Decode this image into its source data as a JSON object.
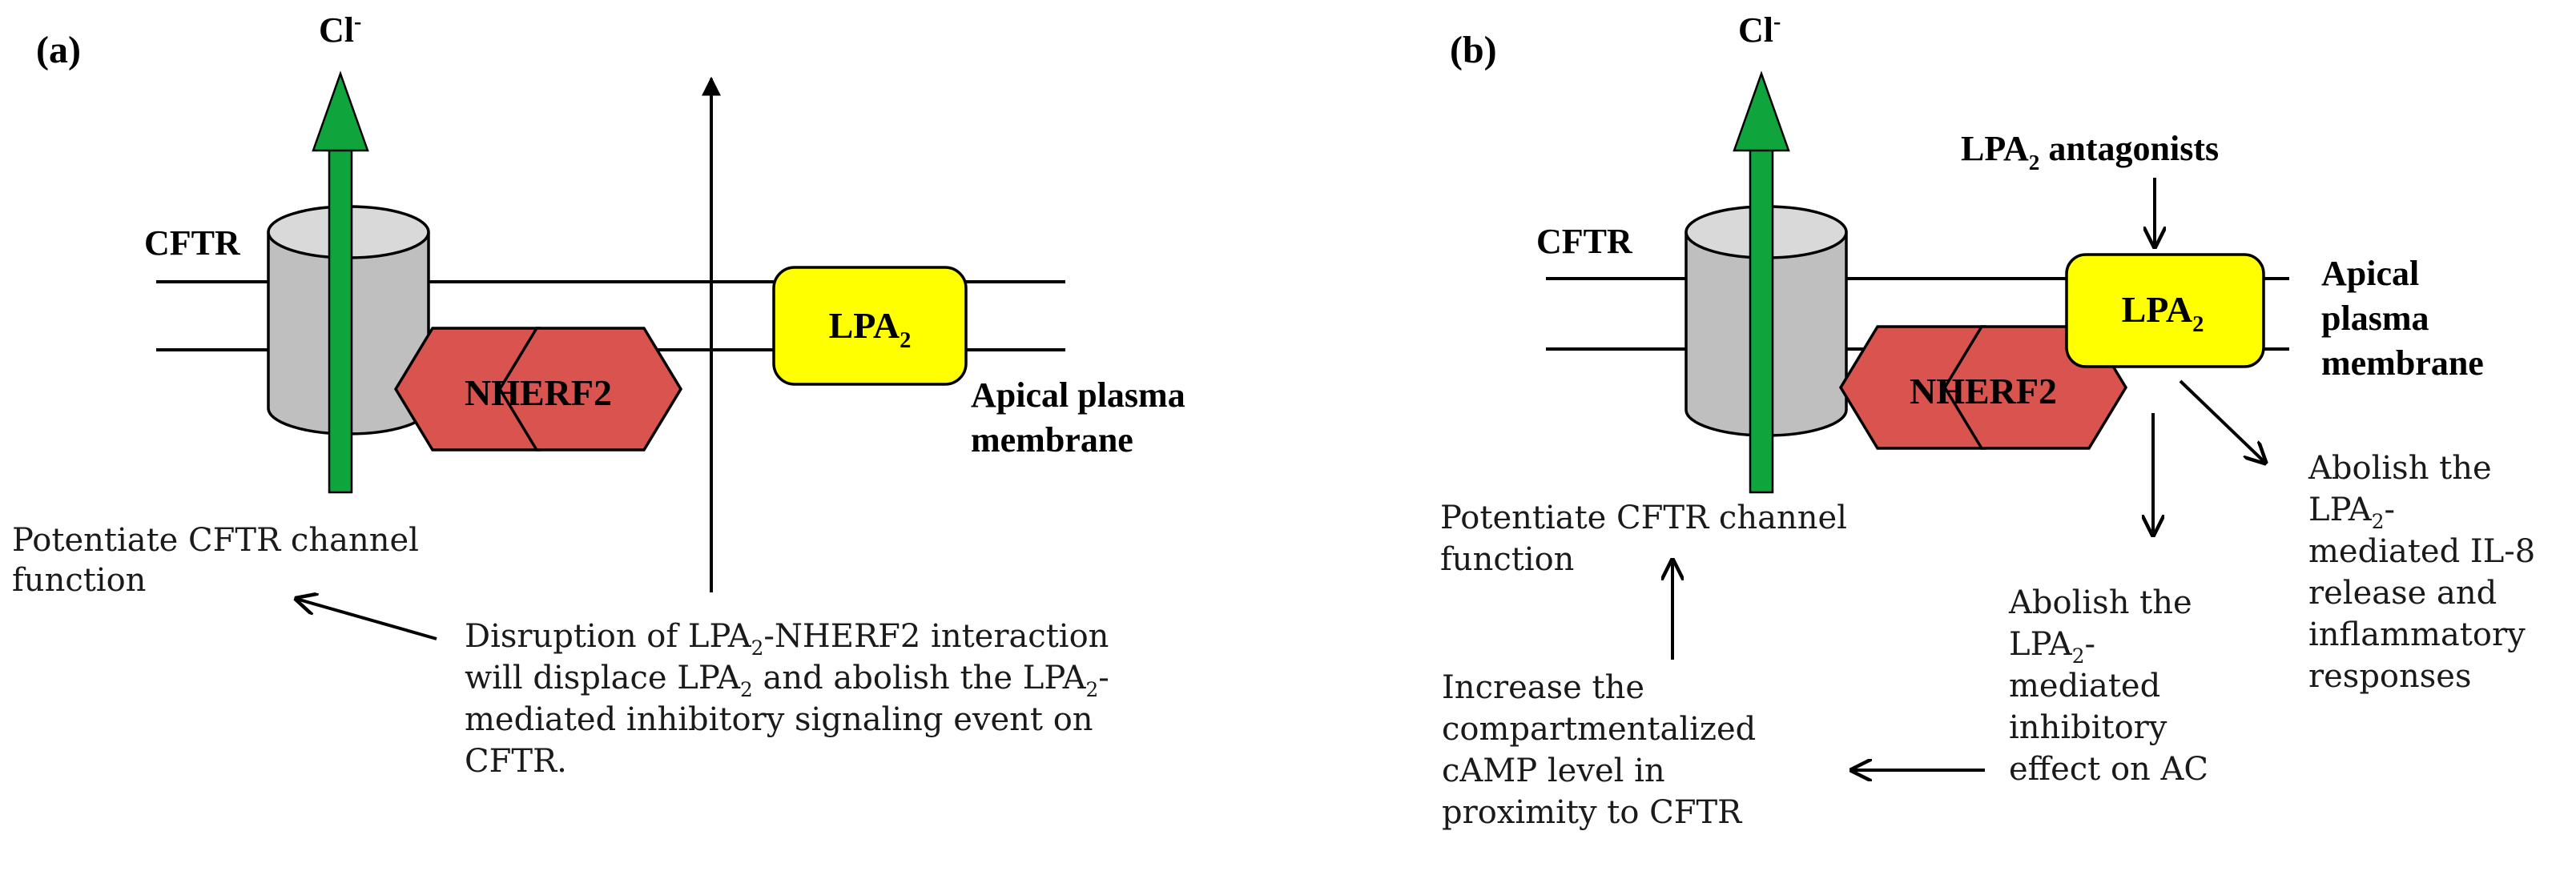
{
  "panels": {
    "a": {
      "label": "(a)",
      "ion": "Cl",
      "ion_charge": "-",
      "cftr_label": "CFTR",
      "nherf2_label": "NHERF2",
      "lpa2_label": {
        "main": "LPA",
        "sub": "2"
      },
      "membrane_label": [
        "Apical plasma",
        "membrane"
      ],
      "potentiate_text": [
        "Potentiate  CFTR channel",
        "function"
      ],
      "disruption_text": {
        "line1": {
          "p1": "Disruption of LPA",
          "sub": "2",
          "p2": "-NHERF2 interaction"
        },
        "line2": {
          "p1": "will displace LPA",
          "sub": "2",
          "p2": " and abolish the LPA",
          "sub2": "2",
          "p3": "-"
        },
        "line3": "mediated  inhibitory signaling event on",
        "line4": "CFTR."
      }
    },
    "b": {
      "label": "(b)",
      "ion": "Cl",
      "ion_charge": "-",
      "cftr_label": "CFTR",
      "nherf2_label": "NHERF2",
      "lpa2_label": {
        "main": "LPA",
        "sub": "2"
      },
      "antagonists_label": {
        "main": "LPA",
        "sub": "2",
        "rest": " antagonists"
      },
      "membrane_label": [
        "Apical",
        "plasma",
        "membrane"
      ],
      "potentiate_text": [
        "Potentiate CFTR channel",
        "function"
      ],
      "increase_text": [
        "Increase the",
        "compartmentalized",
        "cAMP level in",
        "proximity to CFTR"
      ],
      "abolish_ac_text": {
        "line1": "Abolish the",
        "line2": {
          "main": "LPA",
          "sub": "2",
          "rest": "-"
        },
        "line3": "mediated",
        "line4": "inhibitory",
        "line5": "effect on AC"
      },
      "abolish_il8_text": {
        "line1": "Abolish the",
        "line2": {
          "main": "LPA",
          "sub": "2",
          "rest": "-"
        },
        "line3": "mediated IL-8",
        "line4": "release and",
        "line5": "inflammatory",
        "line6": "responses"
      }
    }
  },
  "colors": {
    "green_arrow": "#0fa53c",
    "cylinder_fill": "#bfbfbf",
    "cylinder_top": "#d9d9d9",
    "hexagon_fill": "#d9534f",
    "lpa2_fill": "#ffff00"
  }
}
